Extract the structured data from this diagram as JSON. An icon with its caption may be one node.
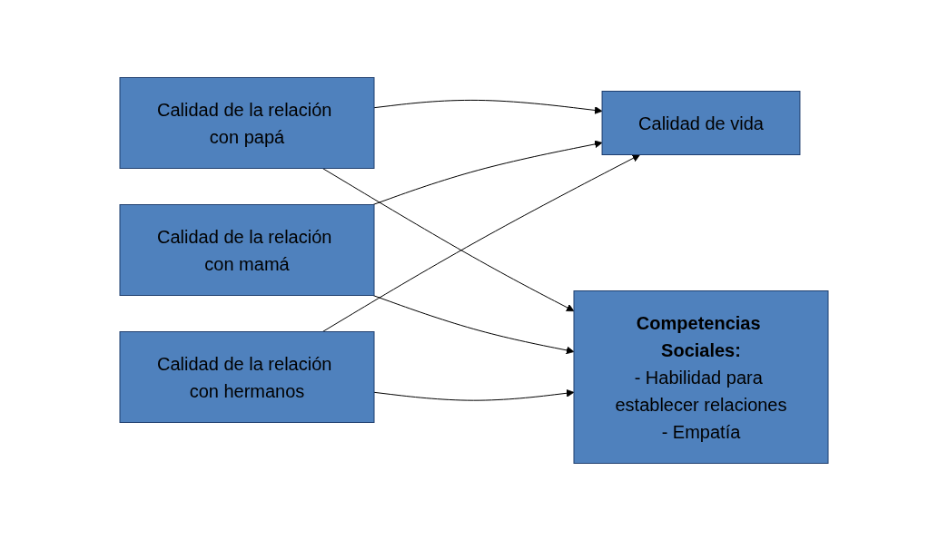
{
  "diagram": {
    "nodes": [
      {
        "text": [
          "Calidad de la relación con papá"
        ]
      },
      {
        "text": [
          "Calidad de la relación con mamá"
        ]
      },
      {
        "text": [
          "Calidad de la relación con hermanos"
        ]
      },
      {
        "text": [
          "Calidad de vida"
        ]
      },
      {
        "text": [
          "Competencias Sociales:",
          "- Habilidad para establecer relaciones",
          "- Empatía"
        ]
      }
    ],
    "edges": [
      {
        "from": 0,
        "to": 3,
        "arrow": "to"
      },
      {
        "from": 0,
        "to": 4,
        "arrow": "to"
      },
      {
        "from": 1,
        "to": 3,
        "arrow": "to"
      },
      {
        "from": 1,
        "to": 4,
        "arrow": "to"
      },
      {
        "from": 2,
        "to": 3,
        "arrow": "to"
      },
      {
        "from": 2,
        "to": 4,
        "arrow": "to"
      }
    ]
  }
}
